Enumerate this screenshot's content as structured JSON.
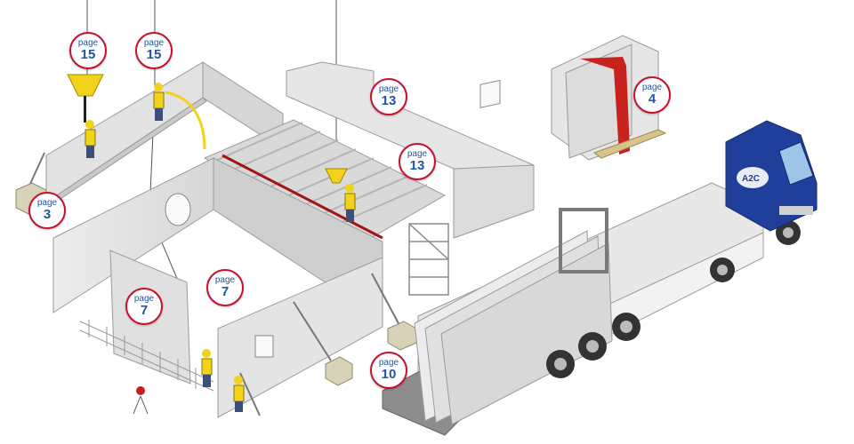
{
  "badges": [
    {
      "label": "page",
      "number": "15"
    },
    {
      "label": "page",
      "number": "15"
    },
    {
      "label": "page",
      "number": "13"
    },
    {
      "label": "page",
      "number": "13"
    },
    {
      "label": "page",
      "number": "4"
    },
    {
      "label": "page",
      "number": "3"
    },
    {
      "label": "page",
      "number": "7"
    },
    {
      "label": "page",
      "number": "7"
    },
    {
      "label": "page",
      "number": "10"
    }
  ],
  "truck": {
    "logo_text": "A2C"
  },
  "colors": {
    "badge_border": "#c8102e",
    "badge_text": "#2255a0",
    "cab": "#1f3f9a",
    "worker": "#f2d21a",
    "strap": "#c8221d",
    "panel": "#e4e4e4"
  }
}
